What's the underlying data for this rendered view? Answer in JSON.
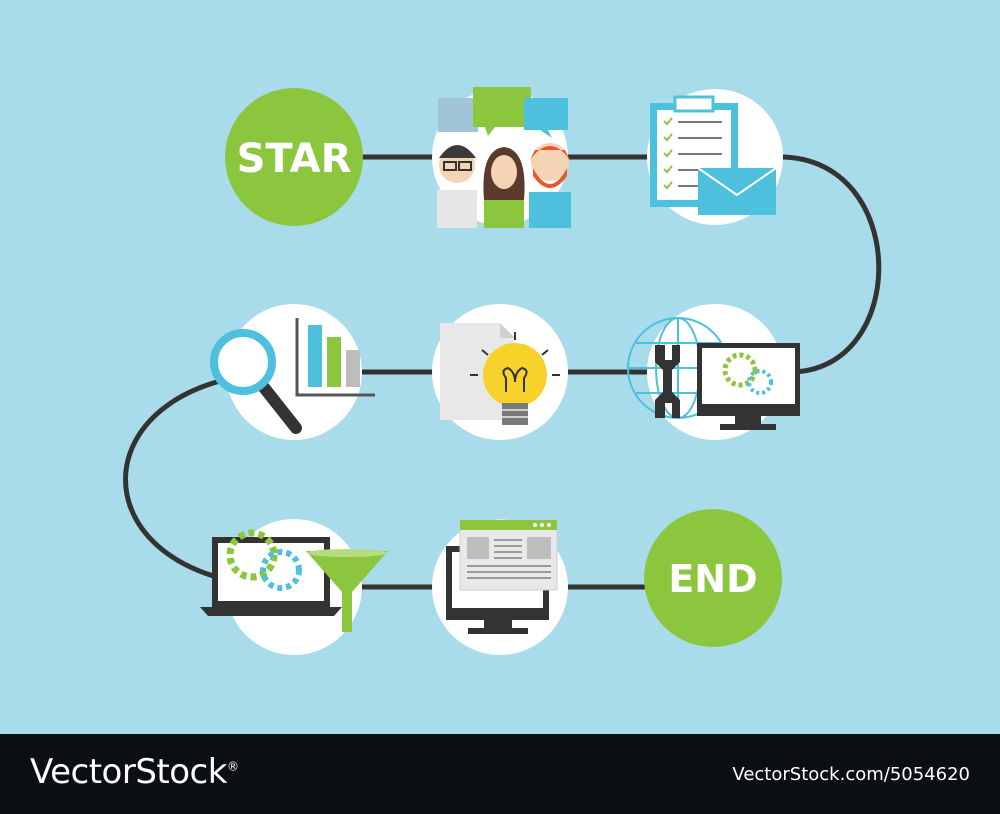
{
  "diagram": {
    "start_label": "STAR",
    "end_label": "END"
  },
  "footer": {
    "brand": "VectorStock",
    "brand_mark": "®",
    "image_id": "VectorStock.com/5054620"
  },
  "colors": {
    "background": "#a8dcea",
    "node_green": "#8cc63f",
    "node_white": "#ffffff",
    "connector": "#333333",
    "footer_bg": "#0b0f14",
    "accent_blue": "#4cc0dc"
  },
  "icons": [
    "people-chat-icon",
    "checklist-envelope-icon",
    "globe-wrench-monitor-icon",
    "lightbulb-document-icon",
    "magnifier-bar-chart-icon",
    "laptop-gears-funnel-icon",
    "monitor-webpage-icon"
  ]
}
